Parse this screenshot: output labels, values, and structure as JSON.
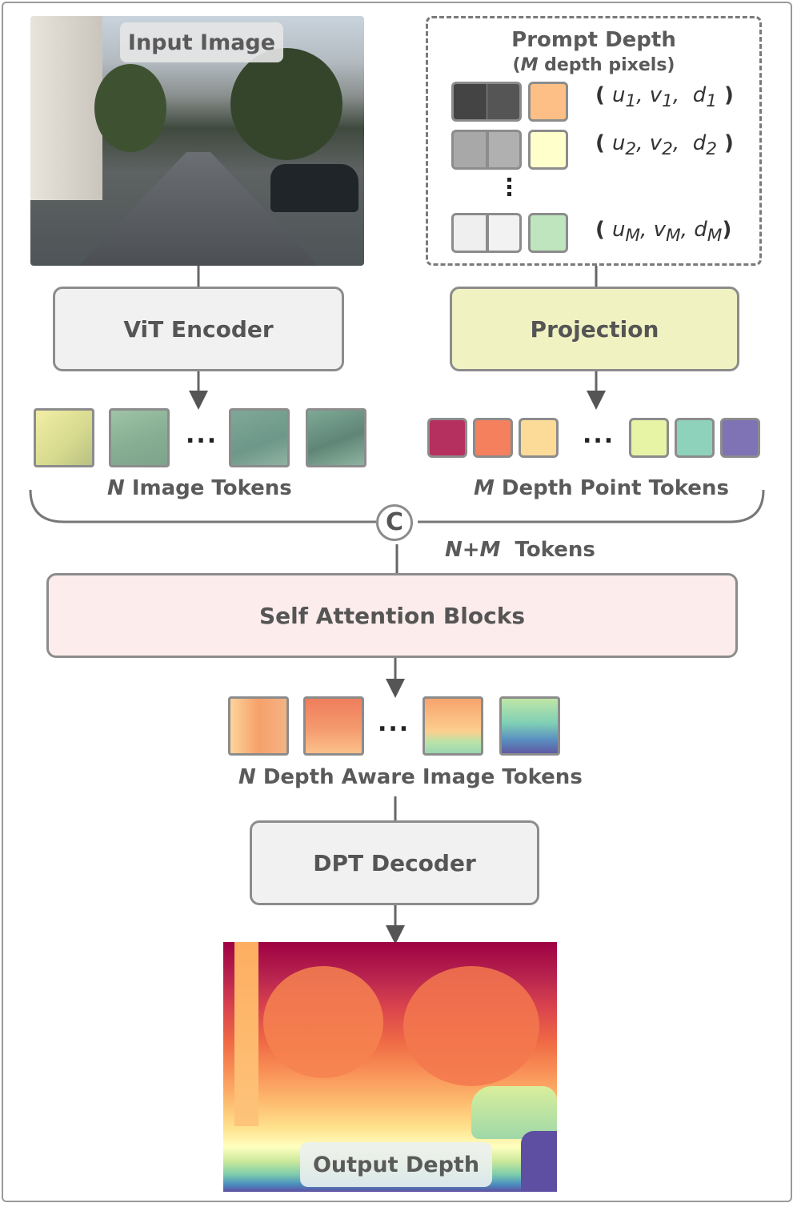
{
  "input_image_label": "Input Image",
  "prompt_depth": {
    "title": "Prompt Depth",
    "subtitle_var": "M",
    "subtitle_rest": " depth pixels)",
    "rows": [
      {
        "u": "u",
        "us": "1",
        "v": "v",
        "vs": "1",
        "d": "d",
        "ds": "1",
        "swatch": "#fdbf85",
        "pair": "#555555"
      },
      {
        "u": "u",
        "us": "2",
        "v": "v",
        "vs": "2",
        "d": "d",
        "ds": "2",
        "swatch": "#ffffcc",
        "pair": "#aaaaaa"
      },
      {
        "u": "u",
        "us": "M",
        "v": "v",
        "vs": "M",
        "d": "d",
        "ds": "M",
        "swatch": "#bfe5bf",
        "pair": "#eeeeee"
      }
    ]
  },
  "vit_encoder": "ViT Encoder",
  "projection": "Projection",
  "image_tokens_var": "N",
  "image_tokens_rest": " Image Tokens",
  "depth_tokens_var": "M",
  "depth_tokens_rest": " Depth Point Tokens",
  "depth_token_colors": [
    "#b5305f",
    "#f4805e",
    "#fbdb97",
    "#e7f4a6",
    "#8fd2bb",
    "#7f72b5"
  ],
  "concat_symbol": "C",
  "nm_tokens_var": "N+M",
  "nm_tokens_rest": "Tokens",
  "self_attention": "Self Attention Blocks",
  "depth_aware_var": "N",
  "depth_aware_rest": " Depth Aware Image Tokens",
  "dpt_decoder": "DPT Decoder",
  "output_depth_label": "Output Depth",
  "ellipsis": "...",
  "colors": {
    "vit_fill": "#f1f1f1",
    "projection_fill": "#f1f2c2",
    "attention_fill": "#fdecec",
    "dpt_fill": "#f1f1f1"
  }
}
